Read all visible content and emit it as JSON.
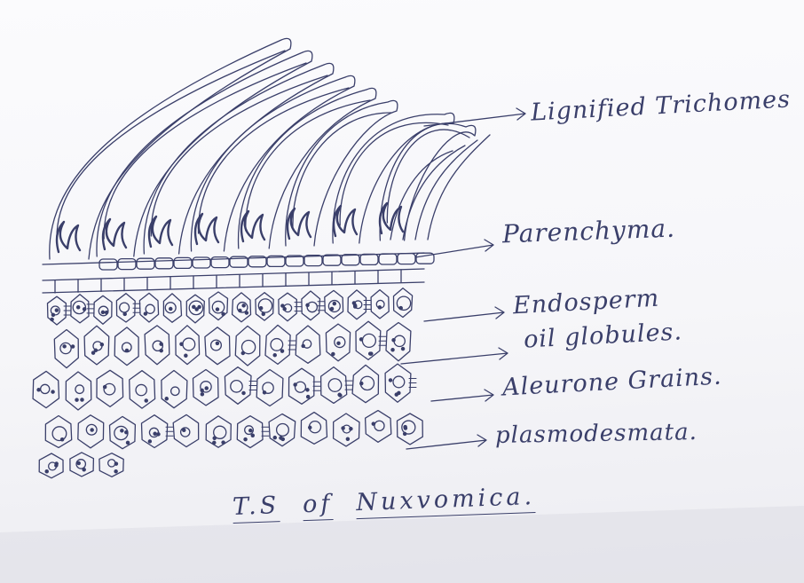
{
  "labels": [
    "Lignified Trichomes",
    "Parenchyma.",
    "Endosperm",
    "oil globules.",
    "Aleurone Grains.",
    "plasmodesmata."
  ],
  "title": {
    "part1": "T.S",
    "part2": "of",
    "part3": "Nuxvomica."
  },
  "colors": {
    "ink": "#3a3f6a",
    "paper": "#f8f8fb"
  }
}
